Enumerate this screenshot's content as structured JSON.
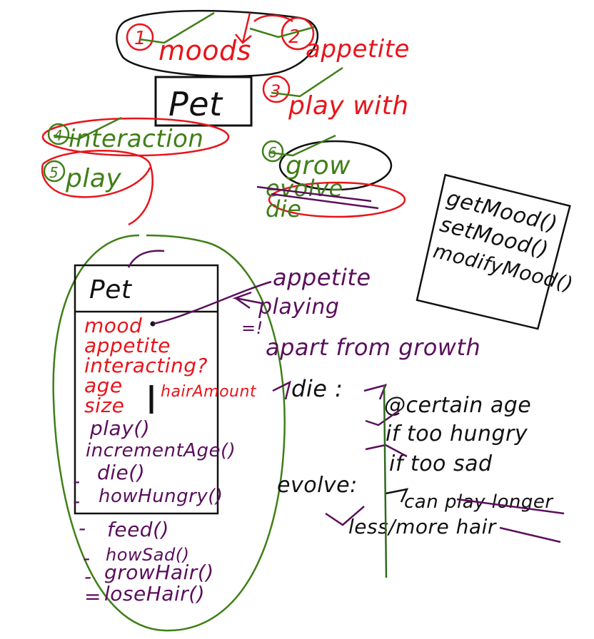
{
  "colors": {
    "red": "#e8141b",
    "green": "#3f7f17",
    "purple": "#5a0f5c",
    "black": "#111111",
    "dark_green_line": "#2f6a1e"
  },
  "top": {
    "pet_box": "Pet",
    "n1": "1",
    "mood": "moods",
    "n2": "2",
    "appetite": "appetite",
    "n3": "3",
    "play_with": "play with",
    "n4": "4",
    "interaction": "interaction",
    "n5": "5",
    "play": "play",
    "n6": "6",
    "grow": "grow",
    "evolve": "evolve",
    "die": "die"
  },
  "mood_methods": {
    "get": "getMood()",
    "set": "setMood()",
    "modify": "modifyMood()"
  },
  "class_box": {
    "name": "Pet",
    "attributes": [
      "mood",
      "appetite",
      "interacting?",
      "age",
      "size"
    ],
    "hair_amount": "hairAmount",
    "methods_in_box": [
      "play()",
      "incrementAge()",
      "die()",
      "howHungry()"
    ],
    "methods_outside": [
      "feed()",
      "howSad()",
      "growHair()",
      "loseHair()"
    ],
    "dashes": [
      "-",
      "-",
      "-",
      "-",
      "-",
      "="
    ]
  },
  "mood_notes": {
    "appetite": "appetite",
    "playing": "playing",
    "eq": "=!",
    "apart": "apart from growth"
  },
  "die_notes": {
    "label": "die :",
    "items": [
      "@certain age",
      "if too hungry",
      "if too sad"
    ]
  },
  "evolve_notes": {
    "label": "evolve:",
    "items": [
      "can play longer",
      "less/more hair"
    ]
  }
}
